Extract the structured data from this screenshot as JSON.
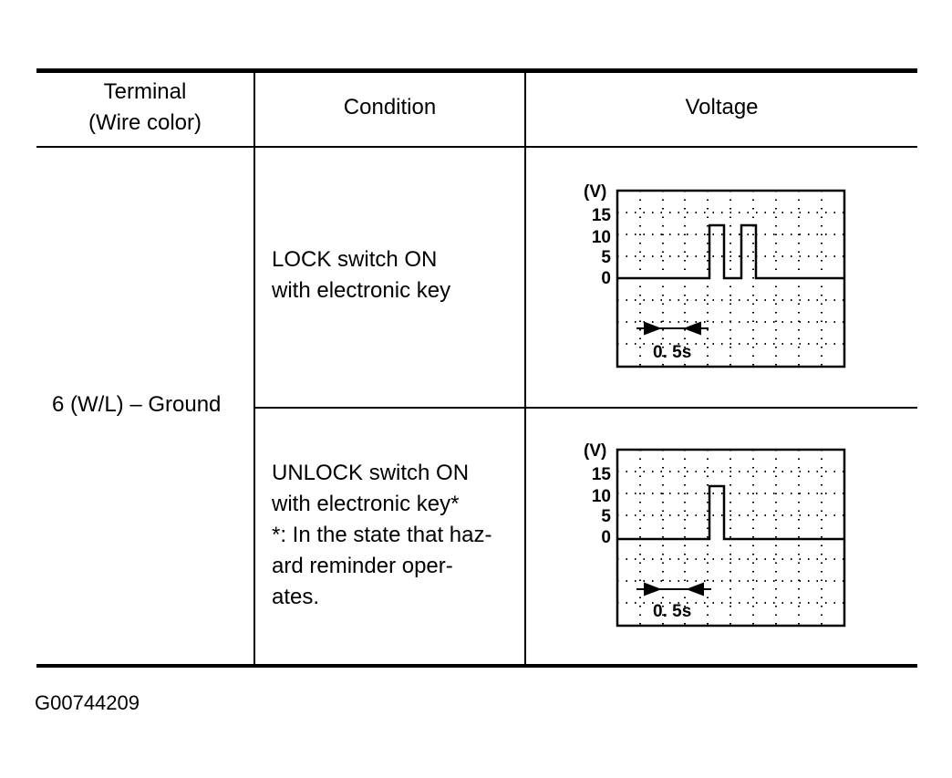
{
  "table": {
    "headers": {
      "terminal": [
        "Terminal",
        "(Wire color)"
      ],
      "condition": "Condition",
      "voltage": "Voltage"
    },
    "terminal_value": "6 (W/L) – Ground",
    "rows": [
      {
        "condition_lines": [
          "LOCK switch ON",
          "with electronic key"
        ],
        "waveform": {
          "unit_label": "(V)",
          "y_ticks": [
            "15",
            "10",
            "5",
            "0"
          ],
          "time_label": "0. 5s",
          "pulses": 2
        }
      },
      {
        "condition_lines": [
          "UNLOCK switch ON",
          "with electronic key*",
          "*: In the state that haz-",
          "ard reminder oper-",
          "ates."
        ],
        "waveform": {
          "unit_label": "(V)",
          "y_ticks": [
            "15",
            "10",
            "5",
            "0"
          ],
          "time_label": "0. 5s",
          "pulses": 1
        }
      }
    ]
  },
  "figure_id": "G00744209"
}
